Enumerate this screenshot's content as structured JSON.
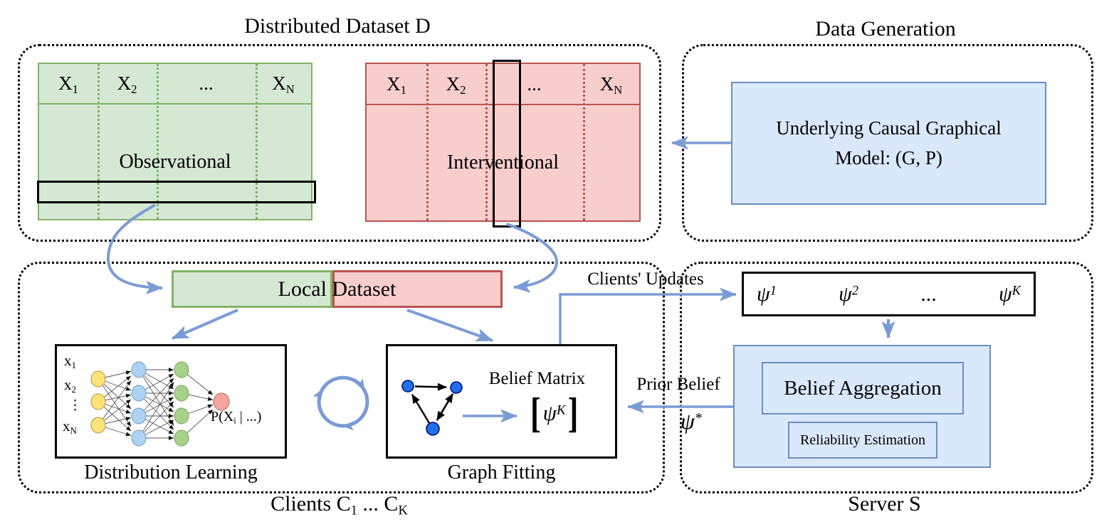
{
  "distributed_dataset": {
    "title": "Distributed Dataset D",
    "observational": {
      "label": "Observational",
      "headers": [
        {
          "base": "X",
          "sub": "1"
        },
        {
          "base": "X",
          "sub": "2"
        },
        {
          "base": "...",
          "sub": ""
        },
        {
          "base": "X",
          "sub": "N"
        }
      ]
    },
    "interventional": {
      "label": "Interventional",
      "headers": [
        {
          "base": "X",
          "sub": "1"
        },
        {
          "base": "X",
          "sub": "2"
        },
        {
          "base": "...",
          "sub": ""
        },
        {
          "base": "X",
          "sub": "N"
        }
      ]
    }
  },
  "data_generation": {
    "title": "Data Generation",
    "model_line1": "Underlying Causal Graphical",
    "model_line2": "Model: (G, P)"
  },
  "clients": {
    "footer": {
      "pre": "Clients C",
      "sub1": "1",
      "mid": " ... C",
      "sub2": "K"
    },
    "local_dataset_label": "Local Dataset",
    "distribution_learning": {
      "caption": "Distribution Learning",
      "inputs": [
        {
          "base": "x",
          "sub": "1"
        },
        {
          "base": "x",
          "sub": "2"
        },
        {
          "base": "⋮",
          "sub": ""
        },
        {
          "base": "x",
          "sub": "N"
        }
      ],
      "output": {
        "pre": "P(X",
        "sub": "i",
        "post": " | ...)"
      }
    },
    "graph_fitting": {
      "caption": "Graph Fitting",
      "belief_matrix_label": "Belief Matrix",
      "matrix": {
        "open": "[",
        "symbol": "ψ",
        "sup": "K",
        "close": "]"
      }
    }
  },
  "server": {
    "title": "Server S",
    "updates": [
      {
        "base": "ψ",
        "sup": "1"
      },
      {
        "base": "ψ",
        "sup": "2"
      },
      {
        "base": "...",
        "sup": ""
      },
      {
        "base": "ψ",
        "sup": "K"
      }
    ],
    "belief_aggregation": "Belief Aggregation",
    "reliability_estimation": "Reliability Estimation"
  },
  "connections": {
    "clients_updates_label": "Clients' Updates",
    "prior_belief_label": "Prior Belief",
    "prior_belief_symbol": {
      "base": "ψ",
      "sup": "*"
    }
  },
  "colors": {
    "panel_border": "#000000",
    "green_fill": "#d5e8d4",
    "green_stroke": "#82b366",
    "red_fill": "#f8cecc",
    "red_stroke": "#b85450",
    "blue_fill": "#dae8fc",
    "blue_stroke": "#6c8ebf",
    "arrow_blue": "#7b9bd5",
    "highlight_stroke": "#000000",
    "node_yellow": "#ffe27a",
    "node_blue": "#aed2f2",
    "node_green": "#a8d08d",
    "node_pink": "#f4a59d",
    "graph_node_blue": "#1f6fe8"
  }
}
